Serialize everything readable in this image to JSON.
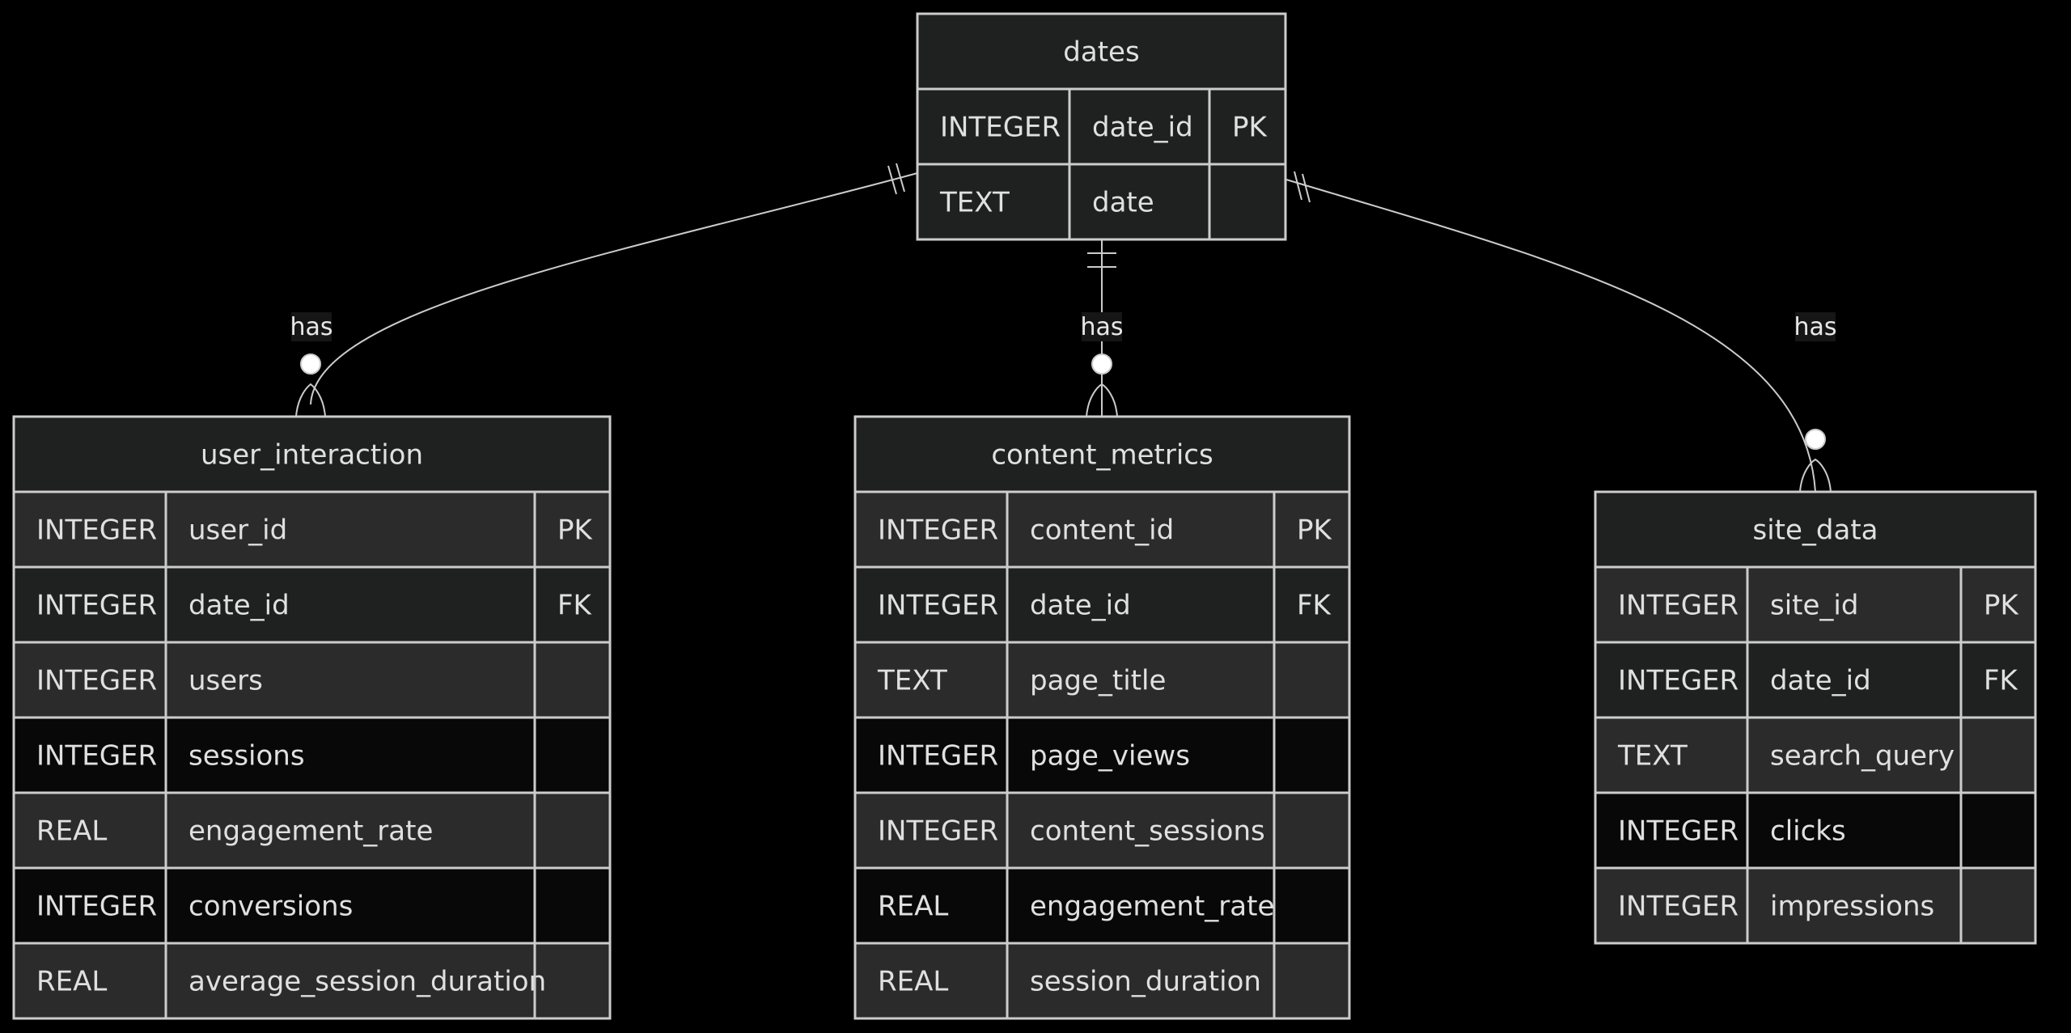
{
  "diagram": {
    "type": "entity-relationship",
    "colors": {
      "background": "#000000",
      "header_fill": "#1f2020",
      "row_fill_light": "#2b2b2b",
      "row_fill_mid": "#1f2020",
      "row_fill_dark": "#080808",
      "border": "#cccccc",
      "text": "#e0e0e0"
    },
    "entities": [
      {
        "id": "dates",
        "name": "dates",
        "attributes": [
          {
            "type": "INTEGER",
            "name": "date_id",
            "key": "PK"
          },
          {
            "type": "TEXT",
            "name": "date",
            "key": ""
          }
        ]
      },
      {
        "id": "user_interaction",
        "name": "user_interaction",
        "attributes": [
          {
            "type": "INTEGER",
            "name": "user_id",
            "key": "PK"
          },
          {
            "type": "INTEGER",
            "name": "date_id",
            "key": "FK"
          },
          {
            "type": "INTEGER",
            "name": "users",
            "key": ""
          },
          {
            "type": "INTEGER",
            "name": "sessions",
            "key": ""
          },
          {
            "type": "REAL",
            "name": "engagement_rate",
            "key": ""
          },
          {
            "type": "INTEGER",
            "name": "conversions",
            "key": ""
          },
          {
            "type": "REAL",
            "name": "average_session_duration",
            "key": ""
          }
        ]
      },
      {
        "id": "content_metrics",
        "name": "content_metrics",
        "attributes": [
          {
            "type": "INTEGER",
            "name": "content_id",
            "key": "PK"
          },
          {
            "type": "INTEGER",
            "name": "date_id",
            "key": "FK"
          },
          {
            "type": "TEXT",
            "name": "page_title",
            "key": ""
          },
          {
            "type": "INTEGER",
            "name": "page_views",
            "key": ""
          },
          {
            "type": "INTEGER",
            "name": "content_sessions",
            "key": ""
          },
          {
            "type": "REAL",
            "name": "engagement_rate",
            "key": ""
          },
          {
            "type": "REAL",
            "name": "session_duration",
            "key": ""
          }
        ]
      },
      {
        "id": "site_data",
        "name": "site_data",
        "attributes": [
          {
            "type": "INTEGER",
            "name": "site_id",
            "key": "PK"
          },
          {
            "type": "INTEGER",
            "name": "date_id",
            "key": "FK"
          },
          {
            "type": "TEXT",
            "name": "search_query",
            "key": ""
          },
          {
            "type": "INTEGER",
            "name": "clicks",
            "key": ""
          },
          {
            "type": "INTEGER",
            "name": "impressions",
            "key": ""
          }
        ]
      }
    ],
    "relationships": [
      {
        "from": "dates",
        "to": "user_interaction",
        "label": "has",
        "from_cardinality": "exactly-one",
        "to_cardinality": "zero-or-many"
      },
      {
        "from": "dates",
        "to": "content_metrics",
        "label": "has",
        "from_cardinality": "exactly-one",
        "to_cardinality": "zero-or-many"
      },
      {
        "from": "dates",
        "to": "site_data",
        "label": "has",
        "from_cardinality": "exactly-one",
        "to_cardinality": "zero-or-many"
      }
    ]
  }
}
